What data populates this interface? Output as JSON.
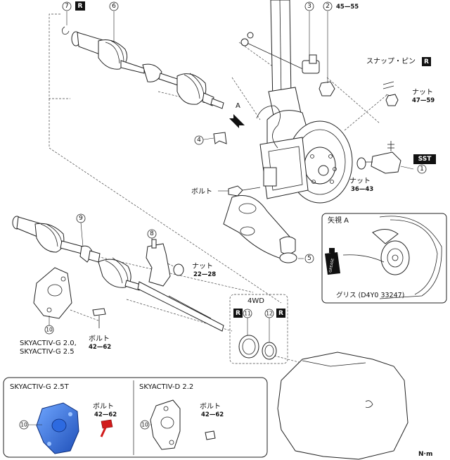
{
  "callouts": {
    "c1": "1",
    "c2": "2",
    "c3": "3",
    "c4": "4",
    "c5": "5",
    "c6": "6",
    "c7": "7",
    "c8": "8",
    "c9": "9",
    "c10": "10",
    "c11": "11",
    "c12": "12",
    "c10_g25t": "10",
    "c10_d22": "10"
  },
  "badges": {
    "r": "R",
    "sst": "SST"
  },
  "labels": {
    "torque_2": "45—55",
    "snap_pin": "スナップ・ピン",
    "nut_top": "ナット",
    "nut_top_torque": "47—59",
    "arrow_a": "A",
    "nut_mid": "ナット",
    "nut_mid_torque": "36—43",
    "bolt_mid": "ボルト",
    "nut_8": "ナット",
    "nut_8_torque": "22—28",
    "view_a_title": "矢視 A",
    "grease": "グリス (D4Y0 33247)",
    "fwd_4wd": "4WD",
    "bolt_10": "ボルト",
    "bolt_10_torque": "42—62",
    "engine_g20": "SKYACTIV-G 2.0,",
    "engine_g25": "SKYACTIV-G 2.5",
    "box_g25t_title": "SKYACTIV-G 2.5T",
    "box_g25t_bolt": "ボルト",
    "box_g25t_torque": "42—62",
    "box_d22_title": "SKYACTIV-D 2.2",
    "box_d22_bolt": "ボルト",
    "box_d22_torque": "42—62",
    "unit": "N·m"
  },
  "colors": {
    "accent_blue": "#1f5fd0",
    "accent_red": "#d11a1a",
    "badge_bg": "#111111"
  }
}
